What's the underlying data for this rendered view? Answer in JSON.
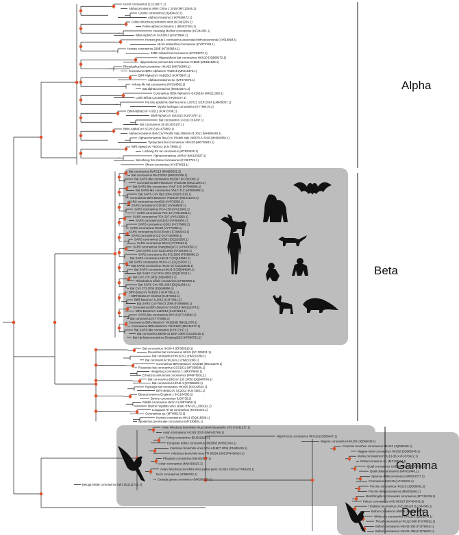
{
  "colors": {
    "node": "#e0502a",
    "branch": "#1a1a1a",
    "clade_box": "#bdbdbd",
    "clade_box_light": "#d6d6d6",
    "text": "#111111"
  },
  "groups": {
    "alpha": "Alpha",
    "beta": "Beta",
    "gamma": "Gamma",
    "delta": "Delta"
  },
  "silhouettes": {
    "beta": [
      "bat-icon",
      "dog-icon",
      "gorilla-icon",
      "human-icon",
      "civet-icon",
      "monkey-icon",
      "lemur-icon",
      "cat-icon",
      "pangolin-icon"
    ],
    "gamma": [
      "bird-icon"
    ],
    "delta": [
      "bird-icon"
    ]
  },
  "taxa": {
    "alpha": [
      "Ferret coronavirus (LC119077.1)",
      "Alphacoronavirus Mink China 1 2016 (MF113046.1)",
      "Canine coronavirus (JQ404410.1)",
      "Alphacoronavirus 1 (KP849472.1)",
      "Feline infectious peritonitis virus (KC461236.1)",
      "Feline alphacoronavirus 1 (MH817484.1)",
      "Neixiang Mol bat coronavirus (KF294381.1)",
      "BtMr-AlphaCoV SAX2011 (KJ473806.1)",
      "Human group 1 coronavirus associated with pneumonia (AY518894.1)",
      "NL63-related bat coronavirus (KY073745.1)",
      "Human coronavirus 229E (KF293664.1)",
      "229E-related bat coronavirus (KT253272.1)",
      "Hipposideros bat coronavirus HKU10 (JQ989272.1)",
      "Hipposideros pomona bat coronavirus CHB25 (MN611525.1)",
      "Rhinolophus bat coronavirus HKU32 (MK720945.1)",
      "Coronavirus BtRs-AlphaCoV YN2018 (MK211373.1)",
      "BtRf-AlphaCoV HuB2013 (KJ473807.1)",
      "Alphacoronavirus sp. (MT470070.1)",
      "Anlong Ms bat coronavirus (KF294382.1)",
      "Bat alphacoronavirus (MG923574.2)",
      "Coronavirus BtSk-AlphaCoV GX2018A (MK211369.1)",
      "Lushi Ml bat coronavirus (KF294377.1)",
      "Porcine epidemic diarrhea virus LS0721 GER 2014 (LM645057.1)",
      "Myotis lucifugus coronavirus (KY799179.1)",
      "BtMf-AlphaCoV FJ2012 (KJ473798.1)",
      "BtMf-AlphaCoV GD2012 (KJ473797.1)",
      "Bat coronavirus 1A (NC 010437.1)",
      "Bat coronavirus 1B (EU420137.1)",
      "BtNv-AlphaCoV SC2013 (KJ473809.1)",
      "Alphacoronavirus Bat-CoV P.kuhlii Italy 206645-41 2011 (MH938448.1)",
      "Alphacoronavirus Bat-CoV P.kuhlii Italy 206679-3 2010 (MH938450.1)",
      "Tylonycteris bat coronavirus HKU33 (MK720944.1)",
      "BtRl-AlphaCoV YN2012 (KJ473808.1)",
      "Luchang Rn rat coronavirus (MT820625.1)",
      "Alphacoronavirus UKRn3 (MK163627.1)",
      "Wencheng Sm shrew coronavirus (KY967723.1)",
      "Shrew coronavirus (KY370053.1)"
    ],
    "beta": [
      "Bat coronavirus RaTG13 (MN996532.2)",
      "Bat coronavirus RacCS203 (MW251308.1)",
      "Bat SARS-like coronavirus Rs3367 (KC881006.1)",
      "Coronavirus BtRs-BetaCoV YN2018B (MK211376.1)",
      "Bat SARS-like coronavirus YNLF 34C (KP886809.1)",
      "Bat SARS-like coronavirus YNLF 31C (KP886808.1)",
      "Bat SARS CoV Rp3 2004 (DQ071615.1)",
      "Coronavirus BtRs-BetaCoV YN2018A (MK211375.1)",
      "SARS coronavirus civet020 (AY572038.1)",
      "SARS coronavirus GZ0401 (AY568539.1)",
      "SARS coronavirus PC4-136 (AY613949.1)",
      "SARS coronavirus PC4-13 (AY613948.1)",
      "SARS coronavirus PC4-227 (AY613950.1)",
      "SARS coronavirus BJ202 (AY864806.1)",
      "SARS coronavirus GD01 (AY278489.2)",
      "SARS coronavirus WH20 (AY772062.1)",
      "SARS coronavirus MA15 ExoN1 (FJ882942.1)",
      "SARS coronavirus GZ-D (AY394980.1)",
      "SARS coronavirus ZJ0301 (DQ182595.1)",
      "SARS coronavirus BJ04 (AY279354.2)",
      "SARS coronavirus ShanghaiQXC1 (AY463059.1)",
      "Civet SARS CoV SZ16 2003 (AY304488.1)",
      "SARS coronavirus Ra 672 2006 (FJ588686.1)",
      "Bat SARS coronavirus HKU3-7 (GQ153542.1)",
      "Bat SARS coronavirus HKU3-12 (GQ153547.1)",
      "Bat SARS coronavirus HKU3-10 (GQ153545.1)",
      "Bat SARS coronavirus HKU3-3 (DQ084200.1)",
      "Bat SARS CoV Rm1 2004 (DQ412043.1)",
      "Bat CoV 279 2005 (DQ648857.1)",
      "Rhinolophus affinis coronavirus (KF569996.1)",
      "Bat SARS CoV Rf1 2004 (DQ412042.1)",
      "Bat CoV 273 2005 (DQ648856.1)",
      "BtRf-BetaCoV HeB2013 (KJ473812.1)",
      "BtRf-BetaCoV SX2013 (KJ473813.1)",
      "BtRf-BetaCoV JL2012 (KJ473811.1)",
      "Bat SARS CoV Rs672 2006 (FJ588686.1)",
      "Coronavirus BtRs-BetaCoV GX2018 (MK211374.1)",
      "BtRs-BetaCoV HuB2013 (KJ473814.1)",
      "SARS-like coronavirus WIV16 (KT444582.1)",
      "Bat coronavirus (KY770858.1)",
      "Coronavirus BtRs-BetaCoV YN2018D (MK211378.1)",
      "Coronavirus BtRs-BetaCoV YN2018C (MK211377.1)",
      "Bat SARS-like coronavirus (KY417147.1)",
      "Bat coronavirus BM48-31 BGR 2008 (GU190215.1)",
      "Bat Hp-betacoronavirus Zhejiang2013 (KF636752.1)",
      "Bat coronavirus HKU9-4 (EF065516.1)",
      "Rousettus bat coronavirus HKU9 (NC 009021.1)",
      "Bat coronavirus HKU9-5-2 (HM211099.1)",
      "Bat coronavirus HKU9-5-1 (HM211098.1)",
      "Coronavirus BtRt-BetaCoV GX2018 (MK211379.1)",
      "Rousettus bat coronavirus GCCDC1 (MT350598.1)",
      "Hedgehog coronavirus 1 (MK679660.1)",
      "Erinaceus amurensis coronavirus (MN978931.1)",
      "Bat coronavirus (BtCoV 133 2005) (DQ648794.1)",
      "Bat coronavirus HKU5-1 (EF065509.1)",
      "Hypsugo bat coronavirus HKU25 (KX442564.1)",
      "BtVs-BetaCoV SC2013 (KJ473821.1)",
      "Betacoronavirus England 1 (KC164505.2)",
      "Bovine coronavirus (U00735.2)",
      "Rabbit coronavirus HKU14 (JN874559.1)",
      "Murine hepatitis virus strain JHM (AC_000192.1)",
      "Longquan Rl rat coronavirus (KF294372.1)",
      "Coronavirus sp. (MT085172.1)",
      "Human coronavirus HKU1 (DQ415909.1)",
      "Apodemus peninsulae coronavirus (MT430884.1)"
    ],
    "gamma": [
      "Avian infectious bronchitis virus (strain Beaudette CK) (AJ311317.1)",
      "Avian coronavirus IA1162 2020 (MW442769.1)",
      "Turkey coronavirus (EU022525.1)",
      "European turkey coronavirus 080385d (KR822424.1)",
      "Infectious bronchitis virus NGA A116E7 2006 (FN430415.1)",
      "Infectious bronchitis virus TR 90254 2005 (FN430414.1)",
      "Pheasant coronavirus (MK402077.1)",
      "Avian coronavirus (MW391623.1)",
      "Avian infectious bronchitis virus partial gene SD 814 2003 (AY646283.1)",
      "Duck coronavirus (JF899792.1)",
      "Canada goose coronavirus (MK359255.1)",
      "Beluga whale coronavirus SW1 (EU111742.1)"
    ],
    "delta": [
      "Night heron coronavirus HKU19 (JQ065047.1)",
      "Wigeon coronavirus HKU20 (JQ065048.1)",
      "Common moorhen coronavirus HKU21 (JQ065049.1)",
      "Magpie-robin coronavirus HKU18 (JQ065046.1)",
      "Munia coronavirus HKU13-3514 (FJ376622.1)",
      "Deltacoronavirus sp. (MT138104.1)",
      "Quail coronavirus UAE-HKU30 (LC364345.1)",
      "Quail deltacoronavirus (MF632440.1)",
      "Sparrow deltacoronavirus (MG812377.1)",
      "Coronavirus HKU15 (LC216915.1)",
      "Porcine coronavirus HKU15 (JQ065042.2)",
      "Porcine deltacoronavirus (MN025260.1)",
      "Montifringilla taczanowskii coronavirus (MT215336.1)",
      "Falcon coronavirus UAE-HKU27 (KF464342.1)",
      "Houbara coronavirus UAE-HKU28 (LC364343.1)",
      "Bulbul coronavirus MW05 (MK204386.1)",
      "White-eye coronavirus HKU16 (JQ065044.1)",
      "Thrush coronavirus HKU12-600 (FJ376621.1)",
      "Bulbul coronavirus HKU11-934 (FJ376619.1)",
      "Bulbul coronavirus HKU11-796 (FJ376620.1)"
    ]
  }
}
